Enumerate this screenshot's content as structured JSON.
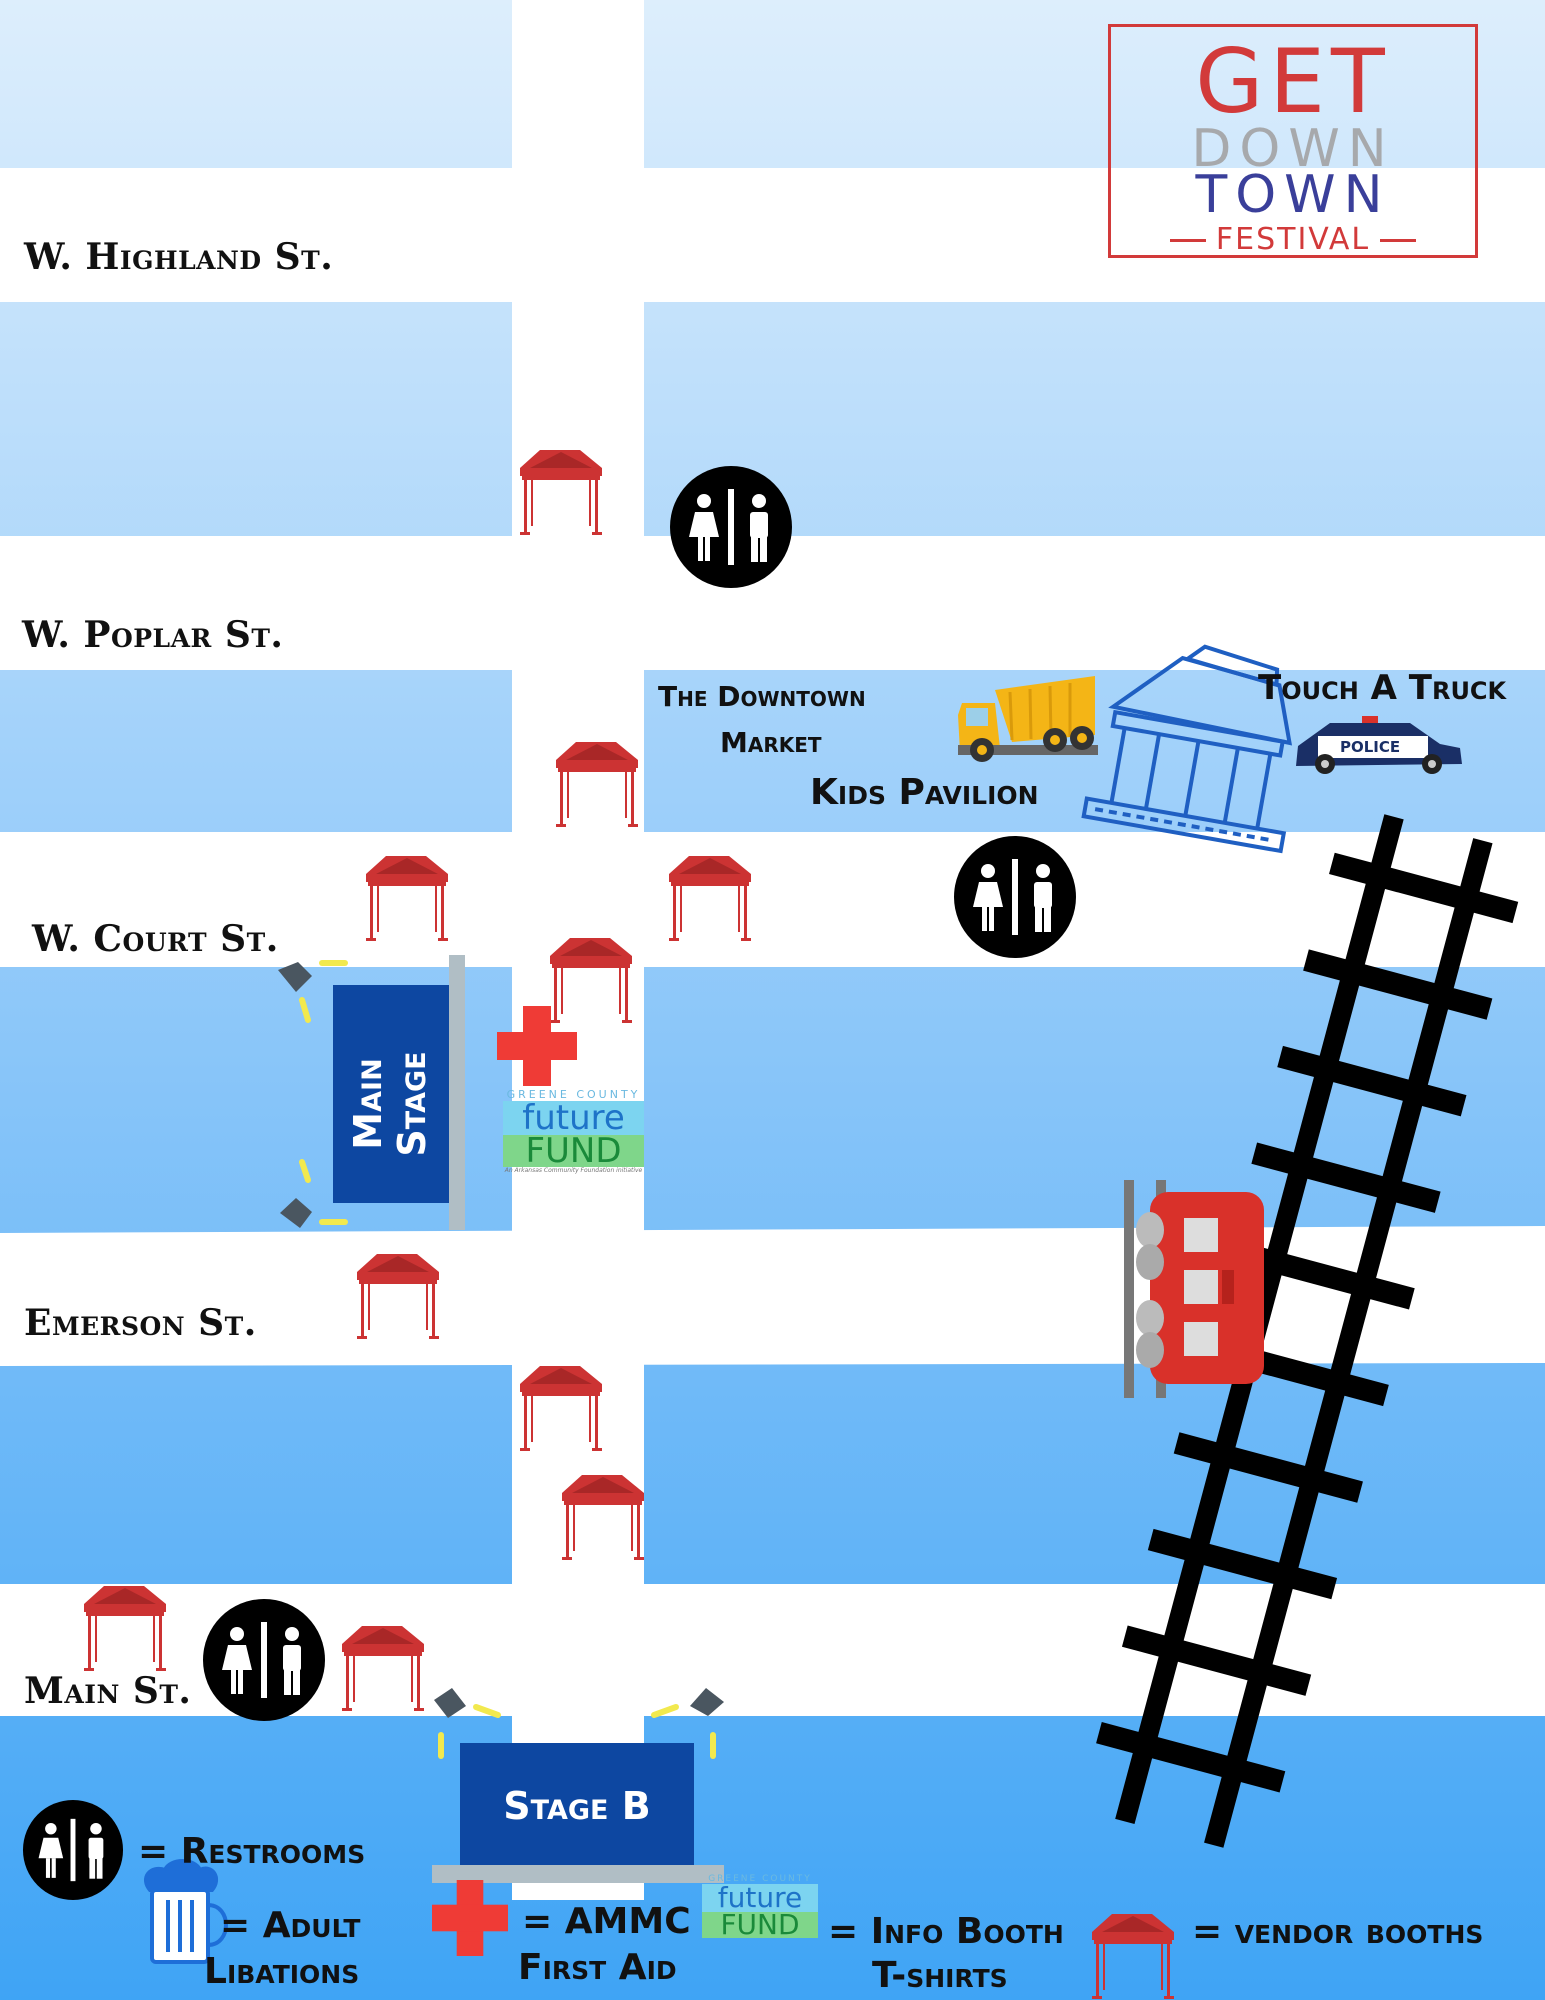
{
  "logo": {
    "line1": "GET",
    "line2": "DOWN",
    "line3": "TOWN",
    "line4": "FESTIVAL"
  },
  "streets": {
    "highland": "W. Highland St.",
    "poplar": "W. Poplar St.",
    "court": "W. Court St.",
    "emerson": "Emerson St.",
    "main": "Main St."
  },
  "poi": {
    "market_line1": "The Downtown",
    "market_line2": "Market",
    "kids_pavilion": "Kids Pavilion",
    "touch_a_truck": "Touch A Truck",
    "police_label": "POLICE",
    "main_stage_line1": "Main",
    "main_stage_line2": "Stage",
    "stage_b": "Stage B"
  },
  "future_fund": {
    "top": "GREENE COUNTY",
    "future": "future",
    "fund": "FUND",
    "sub": "An Arkansas Community Foundation initiative"
  },
  "legend": {
    "restrooms": "= Restrooms",
    "libations_line1": "= Adult",
    "libations_line2": "Libations",
    "first_aid_line1": "= AMMC",
    "first_aid_line2": "First Aid",
    "info_line1": "= Info Booth",
    "info_line2": "T-shirts",
    "vendors": "= vendor booths"
  },
  "colors": {
    "block_top": "#ddeefc",
    "block_bottom": "#3fa4f5",
    "tent_red": "#cc3333",
    "stage_blue": "#0d47a1",
    "first_aid_red": "#ef3b36",
    "pavilion_blue": "#1f5fc2",
    "track_black": "#000000",
    "train_red": "#d9312a",
    "logo_red": "#d23a3a",
    "logo_gray": "#a7a9ac",
    "logo_navy": "#3a3f9a"
  },
  "icons": [
    "restroom-icon",
    "vendor-tent-icon",
    "first-aid-cross-icon",
    "beer-mug-icon",
    "dump-truck-icon",
    "police-car-icon",
    "pavilion-icon",
    "railroad-track-icon",
    "train-car-icon",
    "stage-light-icon"
  ]
}
